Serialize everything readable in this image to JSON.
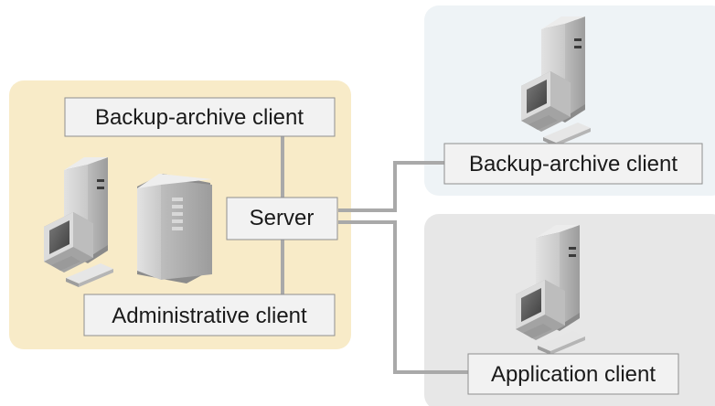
{
  "labels": {
    "local_backup_archive_client": "Backup-archive client",
    "server": "Server",
    "administrative_client": "Administrative client",
    "remote_backup_archive_client": "Backup-archive client",
    "application_client": "Application client"
  },
  "colors": {
    "local_panel": "#f8ebc8",
    "remote_backup_panel": "#eef3f6",
    "application_panel": "#e7e7e7",
    "label_box_fill": "#f2f2f2",
    "label_box_border": "#8f8f8f",
    "connector": "#a9a9a9"
  },
  "icons": [
    "workstation-icon",
    "server-tower-icon"
  ]
}
